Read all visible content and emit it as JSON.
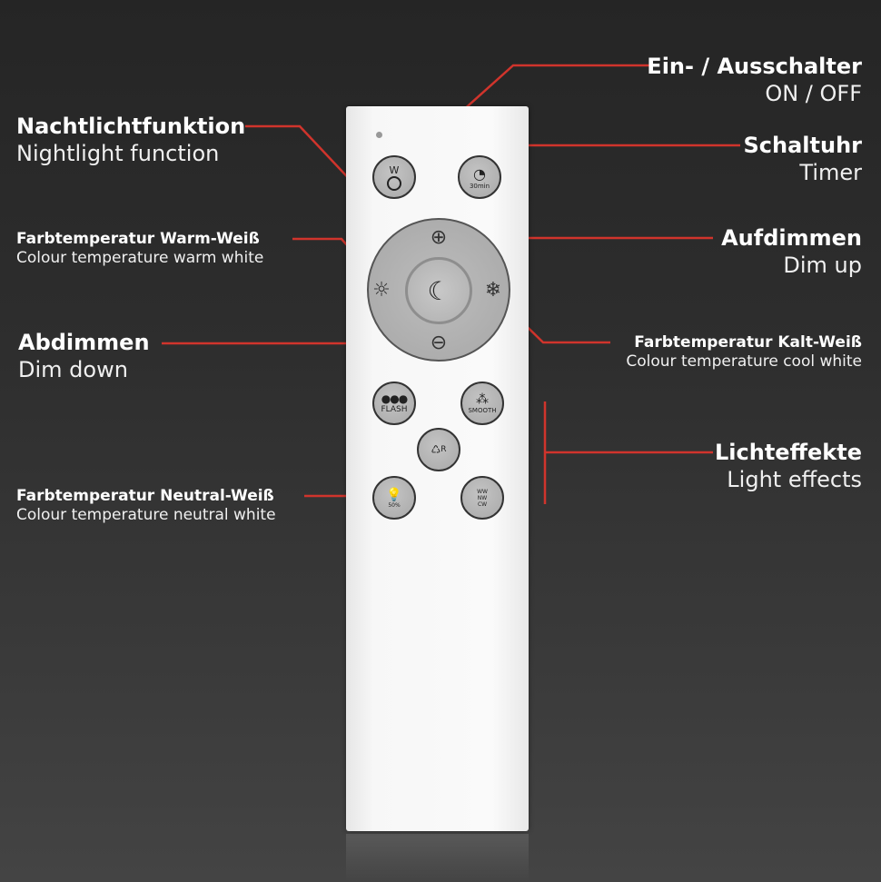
{
  "labels": {
    "on_off": {
      "de": "Ein- / Ausschalter",
      "en": "ON / OFF"
    },
    "nightlight": {
      "de": "Nachtlichtfunktion",
      "en": "Nightlight function"
    },
    "timer": {
      "de": "Schaltuhr",
      "en": "Timer"
    },
    "warm_white": {
      "de": "Farbtemperatur Warm-Weiß",
      "en": "Colour temperature warm white"
    },
    "dim_up": {
      "de": "Aufdimmen",
      "en": "Dim up"
    },
    "dim_down": {
      "de": "Abdimmen",
      "en": "Dim down"
    },
    "cool_white": {
      "de": "Farbtemperatur Kalt-Weiß",
      "en": "Colour temperature cool white"
    },
    "light_effects": {
      "de": "Lichteffekte",
      "en": "Light effects"
    },
    "neutral_white": {
      "de": "Farbtemperatur Neutral-Weiß",
      "en": "Colour temperature neutral white"
    }
  },
  "remote": {
    "power_glyph": "W",
    "timer_glyph": "30min",
    "flash_label": "FLASH",
    "smooth_label": "SMOOTH",
    "rgb_glyph": "R",
    "neutral_glyph": "50%",
    "cycle_glyph": "WW NW CW"
  },
  "colors": {
    "line": "#d0342c",
    "background": "#2b2b2b",
    "remote": "#f5f5f5"
  }
}
